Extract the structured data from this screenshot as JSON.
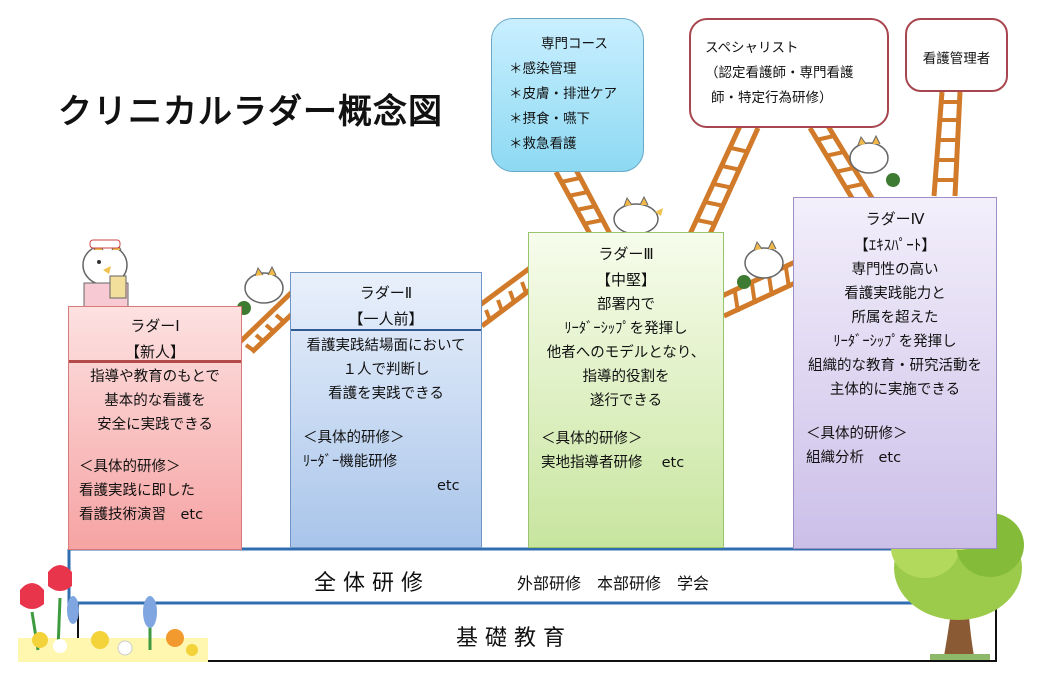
{
  "title": "クリニカルラダー概念図",
  "bubbles": {
    "course": {
      "heading": "専門コース",
      "items": [
        "＊感染管理",
        "＊皮膚・排泄ケア",
        "＊摂食・嚥下",
        "＊救急看護"
      ]
    },
    "specialist": {
      "heading": "スペシャリスト",
      "lines": [
        "（認定看護師・専門看護",
        "師・特定行為研修）"
      ]
    },
    "manager": {
      "heading": "看護管理者"
    }
  },
  "ladders": {
    "l1": {
      "name": "ラダーⅠ",
      "tag": "【新人】",
      "desc": [
        "指導や教育のもとで",
        "基本的な看護を",
        "安全に実践できる"
      ],
      "training_heading": "＜具体的研修＞",
      "training": [
        "看護実践に即した",
        "看護技術演習　etc"
      ]
    },
    "l2": {
      "name": "ラダーⅡ",
      "tag": "【一人前】",
      "desc": [
        "看護実践結場面において",
        "１人で判断し",
        "看護を実践できる"
      ],
      "training_heading": "＜具体的研修＞",
      "training": [
        "ﾘｰﾀﾞｰ機能研修"
      ],
      "etc": "etc"
    },
    "l3": {
      "name": "ラダーⅢ",
      "tag": "【中堅】",
      "desc": [
        "部署内で",
        "ﾘｰﾀﾞｰｼｯﾌﾟを発揮し",
        "他者へのモデルとなり、",
        "指導的役割を",
        "遂行できる"
      ],
      "training_heading": "＜具体的研修＞",
      "training": [
        "実地指導者研修　 etc"
      ]
    },
    "l4": {
      "name": "ラダーⅣ",
      "tag": "【ｴｷｽﾊﾟｰﾄ】",
      "desc": [
        "専門性の高い",
        "看護実践能力と",
        "所属を超えた",
        "ﾘｰﾀﾞｰｼｯﾌﾟを発揮し",
        "組織的な教育・研究活動を",
        "主体的に実施できる"
      ],
      "training_heading": "＜具体的研修＞",
      "training": [
        "組織分析　etc"
      ]
    }
  },
  "bands": {
    "general": "全 体 研 修",
    "external": "外部研修　本部研修　学会",
    "basic": "基 礎 教 育"
  }
}
